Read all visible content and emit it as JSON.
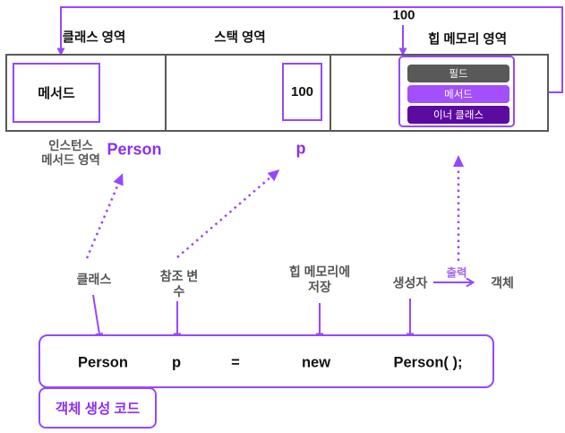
{
  "colors": {
    "stroke_purple": "#9747ff",
    "text_purple": "#8c2ff0",
    "light_purple": "#a765f5",
    "border_gray": "#595959",
    "text_gray": "#555555",
    "text_black": "#111111"
  },
  "top": {
    "heap_address": "100"
  },
  "memory_band": {
    "class_area": {
      "label": "클래스 영역",
      "method_box_label": "메서드",
      "sub_label_line1": "인스턴스",
      "sub_label_line2": "메서드 영역",
      "class_name": "Person"
    },
    "stack_area": {
      "label": "스택 영역",
      "value": "100",
      "var_name": "p"
    },
    "heap_area": {
      "label": "힙 메모리 영역",
      "items": [
        {
          "label": "필드",
          "bg": "#595959"
        },
        {
          "label": "메서드",
          "bg": "#a34ffb"
        },
        {
          "label": "이너 클래스",
          "bg": "#5c0ba0"
        }
      ]
    }
  },
  "annotations": {
    "class_label": "클래스",
    "ref_var_line1": "참조 변",
    "ref_var_line2": "수",
    "heap_store_line1": "힙 메모리에",
    "heap_store_line2": "저장",
    "constructor_label": "생성자",
    "output_label": "출력",
    "object_label": "객체"
  },
  "code": {
    "tokens": [
      "Person",
      "p",
      "=",
      "new",
      "Person( );"
    ],
    "caption": "객체 생성 코드"
  }
}
